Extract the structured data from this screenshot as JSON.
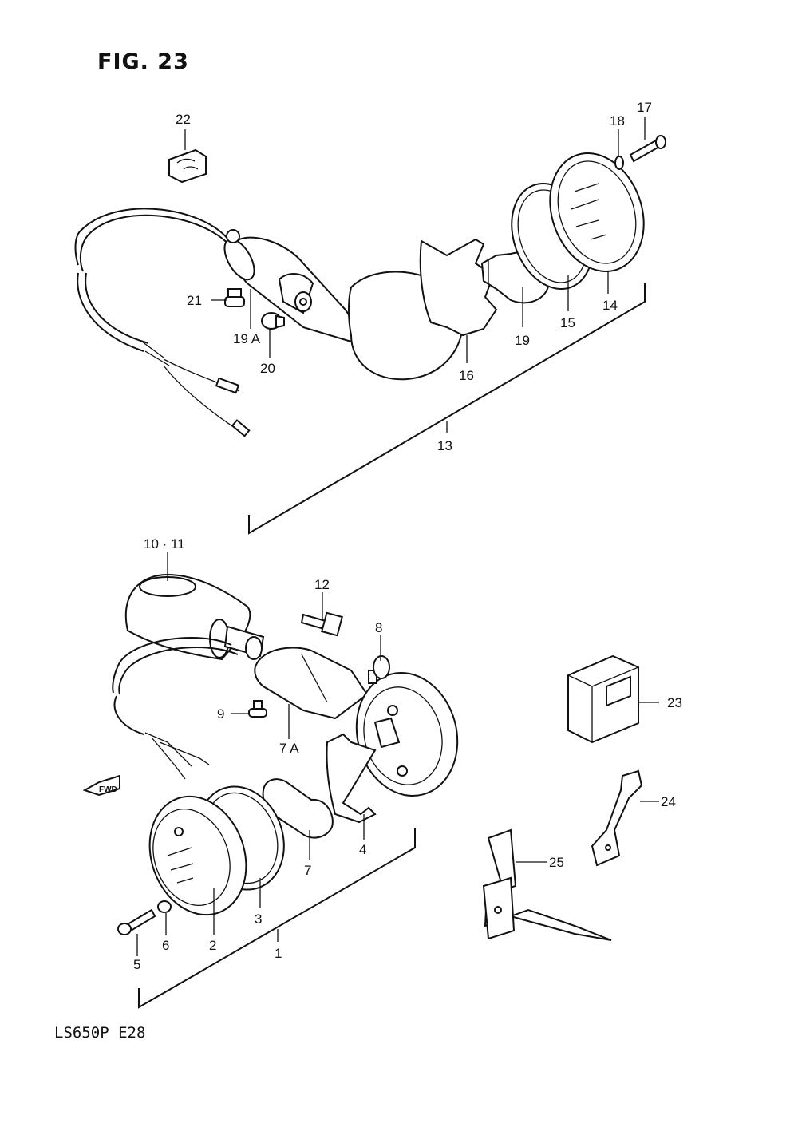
{
  "figure": {
    "title": "FIG. 23",
    "model_code": "LS650P E28"
  },
  "callouts": {
    "c1": "1",
    "c2": "2",
    "c3": "3",
    "c4": "4",
    "c5": "5",
    "c6": "6",
    "c7": "7",
    "c7a": "7 A",
    "c8": "8",
    "c9": "9",
    "c10_11": "10 · 11",
    "c12": "12",
    "c13": "13",
    "c14": "14",
    "c15": "15",
    "c16": "16",
    "c17": "17",
    "c18": "18",
    "c19": "19",
    "c19a": "19 A",
    "c20": "20",
    "c21": "21",
    "c22": "22",
    "c23": "23",
    "c24": "24",
    "c25": "25"
  },
  "fwd_arrow": {
    "label": "FWD"
  }
}
